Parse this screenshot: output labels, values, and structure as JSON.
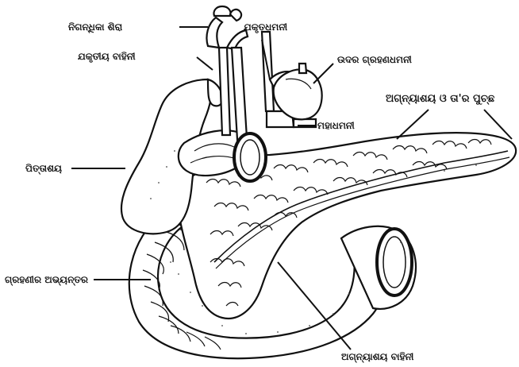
{
  "labels": {
    "hepatic_vein": "ନିଗନ୍ଧିକା ଶିରା",
    "portal_vein": "ଯକୃତଧମନୀ",
    "hepatic_duct": "ଯକୃତୀୟ ବାହିନୀ",
    "gastric_artery": "ଉଦର ଗ୍ରହଣଧମନୀ",
    "pancreas_and_tail": "ଅଗ୍ନ୍ୟାଶୟ ଓ ତା'ର ପୁଚ୍ଛ",
    "aorta": "ମହାଧମନୀ",
    "gall_bladder": "ପିତ୍ତାଶୟ",
    "duodenum": "ଗ୍ରହଣୀର ଅଭ୍ୟନ୍ତର",
    "pancreatic_duct": "ଅଗ୍ନ୍ୟାଶୟ ବାହିନୀ"
  }
}
